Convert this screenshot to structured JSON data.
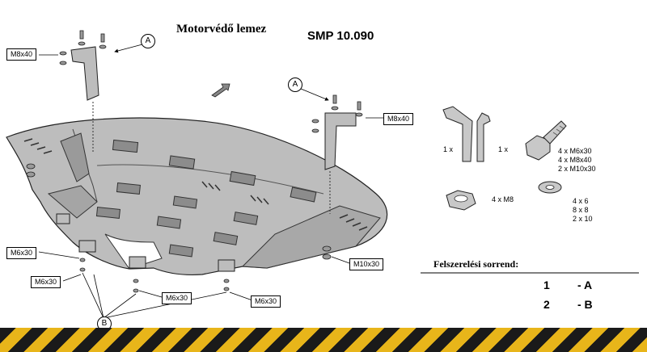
{
  "header": {
    "title": "Motorvédő lemez",
    "code": "SMP 10.090"
  },
  "labels": {
    "m8x40_left": "M8x40",
    "m8x40_right": "M8x40",
    "m6x30_a": "M6x30",
    "m6x30_b": "M6x30",
    "m6x30_c": "M6x30",
    "m6x30_d": "M6x30",
    "m10x30": "M10x30",
    "callout_a1": "A",
    "callout_a2": "A",
    "callout_b": "B"
  },
  "parts": {
    "bracket1_qty": "1 x",
    "bracket2_qty": "1 x",
    "bolts": [
      "4 x M6x30",
      "4 x M8x40",
      "2 x M10x30"
    ],
    "nut": "4 x  M8",
    "washers": [
      "4 x  6",
      "8 x  8",
      "2 x  10"
    ]
  },
  "order": {
    "heading": "Felszerelési sorrend:",
    "steps": [
      {
        "num": "1",
        "label": "- A"
      },
      {
        "num": "2",
        "label": "- B"
      }
    ]
  },
  "colors": {
    "plate": "#bdbdbd",
    "plate_dark": "#8c8c8c",
    "hazard_yellow": "#e8b51a",
    "hazard_black": "#1a1a1a"
  }
}
